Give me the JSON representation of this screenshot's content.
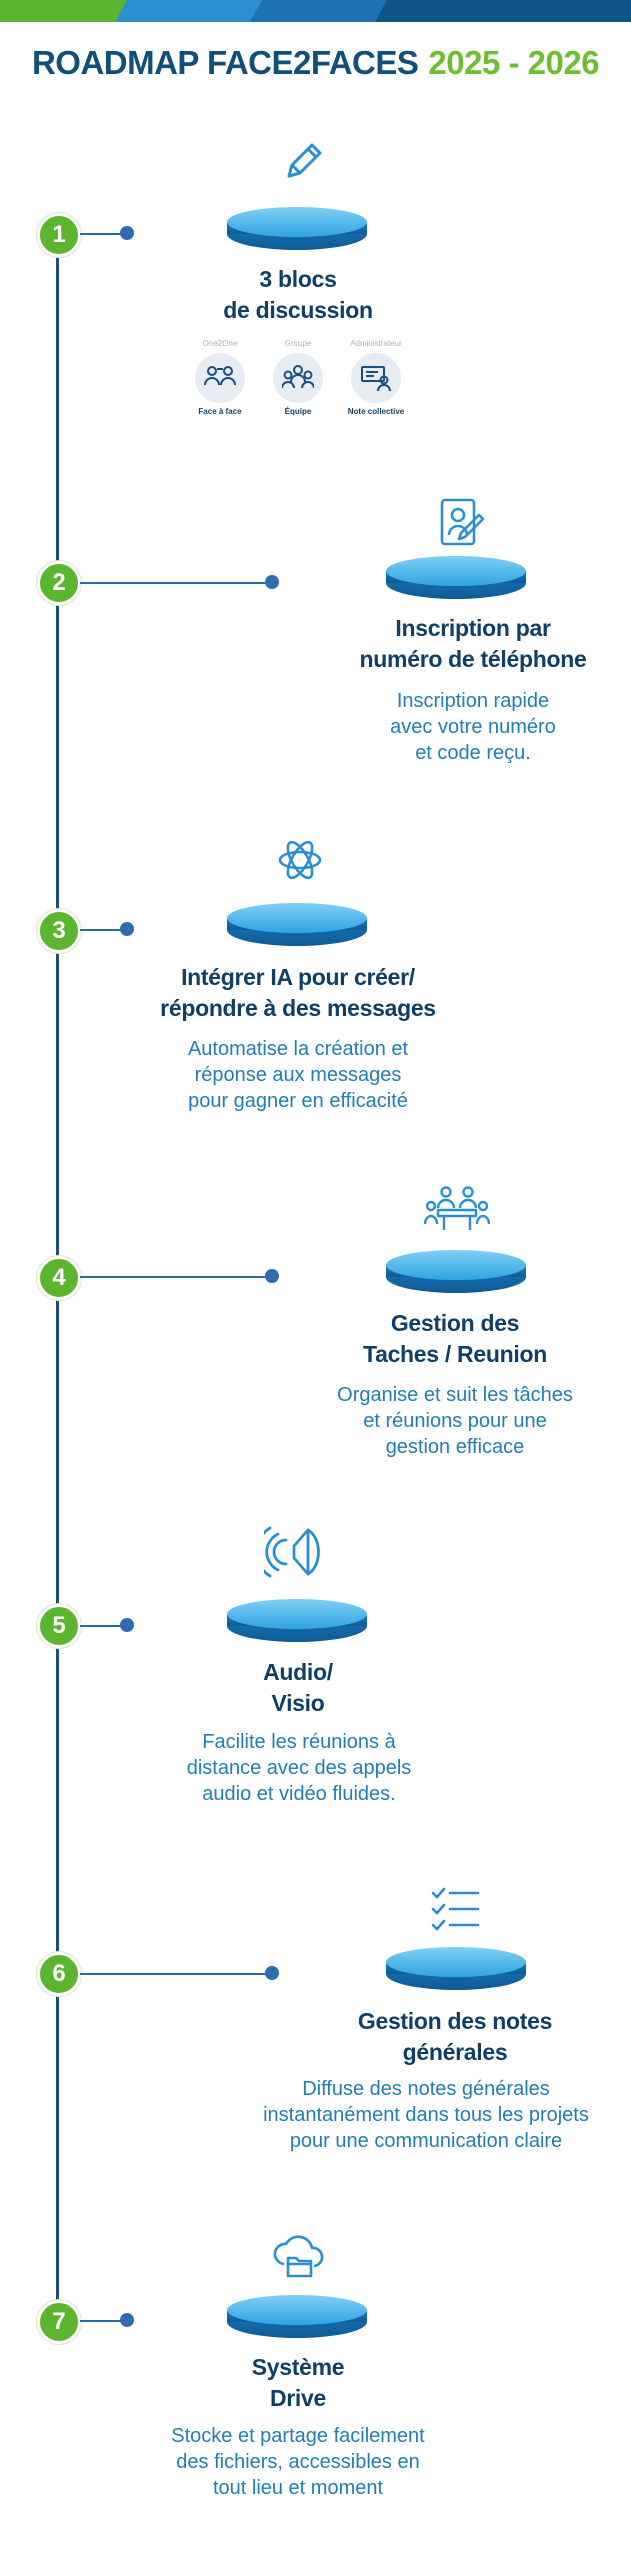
{
  "colors": {
    "navy": "#0f4f7a",
    "green": "#6cbf2f",
    "step_green": "#5cb52e",
    "platform_blue": "#2d9fdb",
    "text_blue": "#1f7fb1",
    "title_navy": "#0e3f64"
  },
  "header": {
    "title": "ROADMAP FACE2FACES",
    "years": "2025 - 2026"
  },
  "steps": [
    {
      "number": "1",
      "icon": "pencil-icon",
      "title": [
        "3 blocs",
        "de discussion"
      ],
      "description": [],
      "blocks": [
        {
          "caption": "One2One",
          "label": "Face à face",
          "icon": "face-to-face-icon"
        },
        {
          "caption": "Groupe",
          "label": "Équipe",
          "icon": "team-icon"
        },
        {
          "caption": "Administrateur",
          "label": "Note collective",
          "icon": "collective-note-icon"
        }
      ]
    },
    {
      "number": "2",
      "icon": "phone-registration-icon",
      "title": [
        "Inscription par",
        "numéro de téléphone"
      ],
      "description": [
        "Inscription rapide",
        "avec votre numéro",
        "et code reçu."
      ]
    },
    {
      "number": "3",
      "icon": "ai-knot-icon",
      "title": [
        "Intégrer IA pour créer/",
        "répondre à des messages"
      ],
      "description": [
        "Automatise la création et",
        "réponse aux messages",
        "pour gagner en efficacité"
      ]
    },
    {
      "number": "4",
      "icon": "meeting-table-icon",
      "title": [
        "Gestion des",
        "Taches / Reunion"
      ],
      "description": [
        "Organise et suit les tâches",
        "et réunions pour une",
        "gestion efficace"
      ]
    },
    {
      "number": "5",
      "icon": "speaker-audio-icon",
      "title": [
        "Audio/",
        "Visio"
      ],
      "description": [
        "Facilite les réunions à",
        "distance avec des appels",
        "audio et vidéo fluides."
      ]
    },
    {
      "number": "6",
      "icon": "checklist-icon",
      "title": [
        "Gestion des notes",
        "générales"
      ],
      "description": [
        "Diffuse des notes générales",
        "instantanément dans tous les projets",
        "pour une communication claire"
      ]
    },
    {
      "number": "7",
      "icon": "cloud-folder-icon",
      "title": [
        "Système",
        "Drive"
      ],
      "description": [
        "Stocke et partage facilement",
        "des fichiers, accessibles en",
        "tout lieu et moment"
      ]
    }
  ]
}
